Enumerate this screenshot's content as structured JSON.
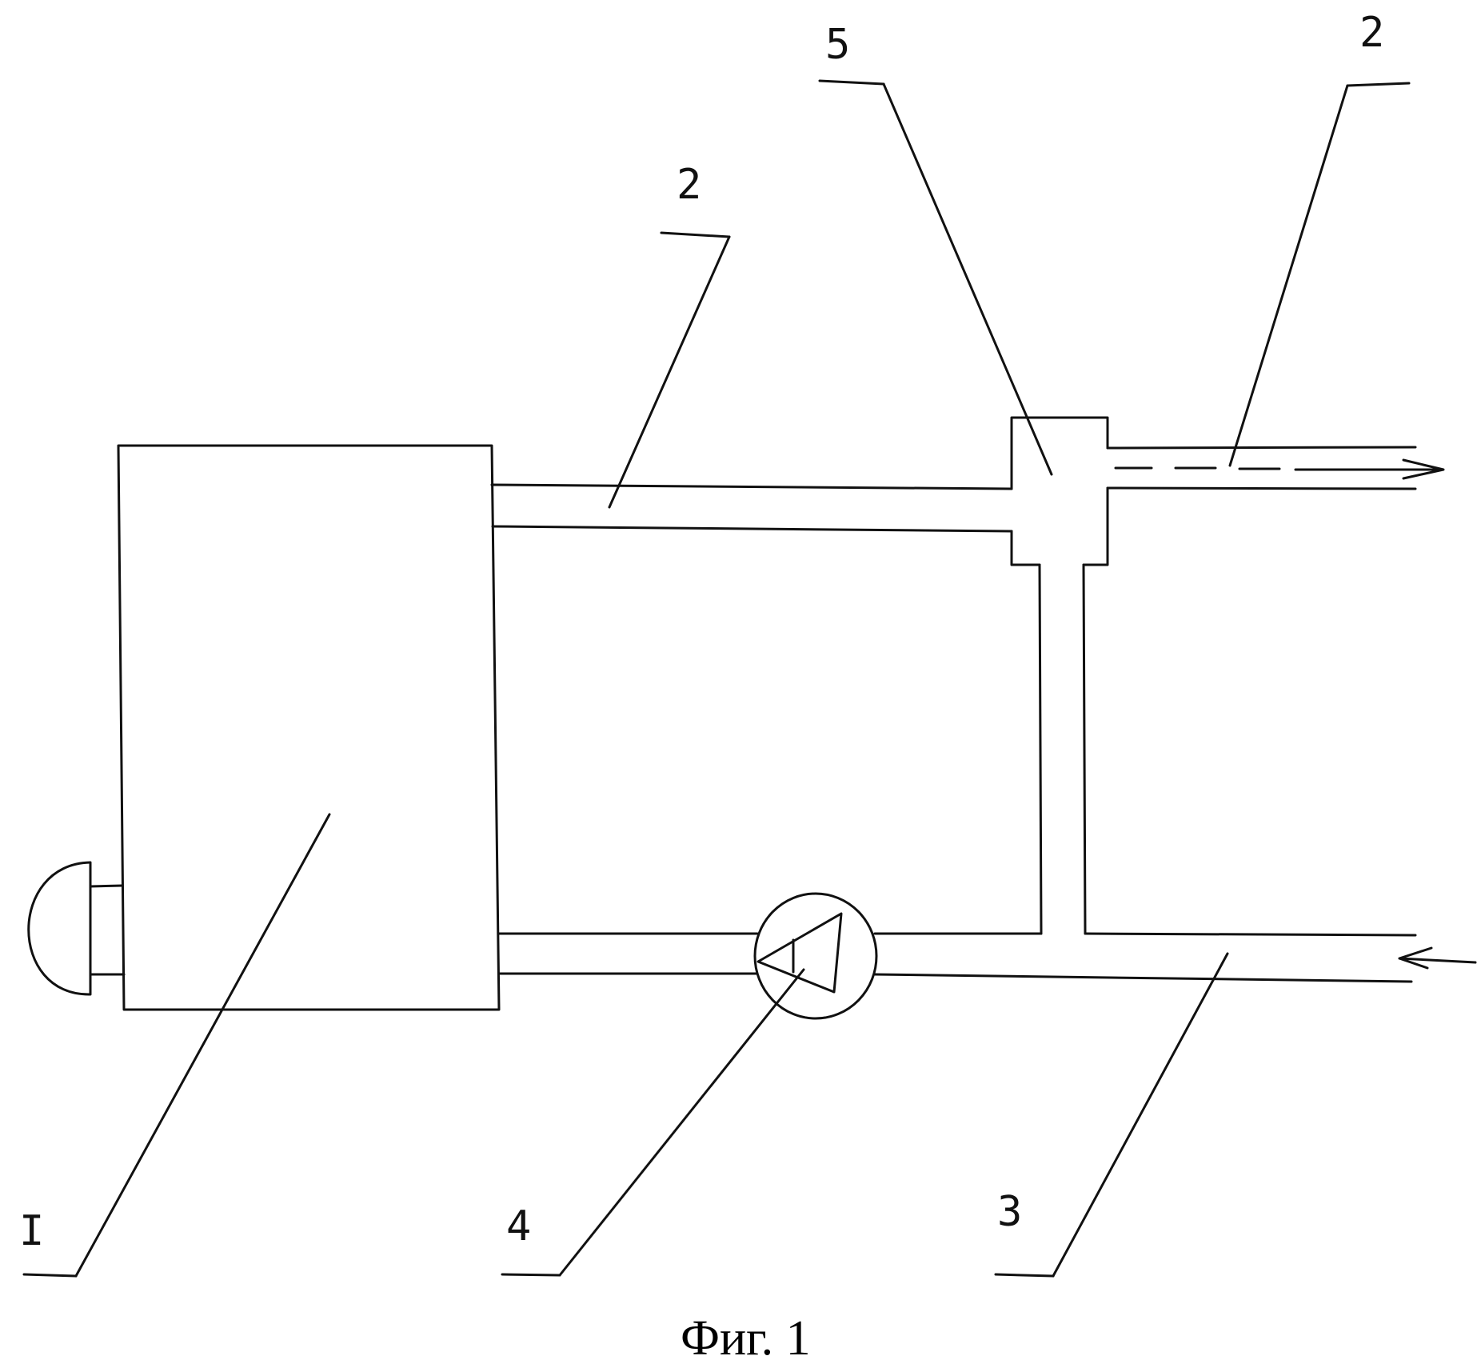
{
  "figure": {
    "caption": "Фиг. 1",
    "callouts": {
      "label_1": "I",
      "label_2_pipe": "2",
      "label_2_outlet": "2",
      "label_3": "3",
      "label_4": "4",
      "label_5": "5"
    }
  },
  "style": {
    "line_color": "#111111",
    "background": "#ffffff"
  }
}
